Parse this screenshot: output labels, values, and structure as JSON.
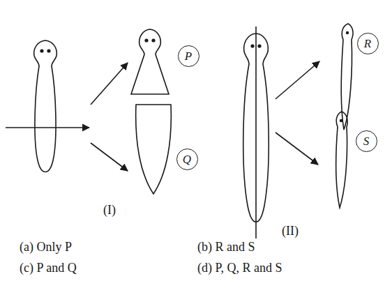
{
  "diagram": {
    "nodes": [
      {
        "text": [
          "P"
        ]
      },
      {
        "text": [
          "Q"
        ]
      },
      {
        "text": [
          "R"
        ]
      },
      {
        "text": [
          "S"
        ]
      }
    ],
    "labels": [
      "(I)",
      "(II)",
      "(a) Only P",
      "(b) R and S",
      "(c) P and Q",
      "(d) P, Q, R and S"
    ]
  }
}
